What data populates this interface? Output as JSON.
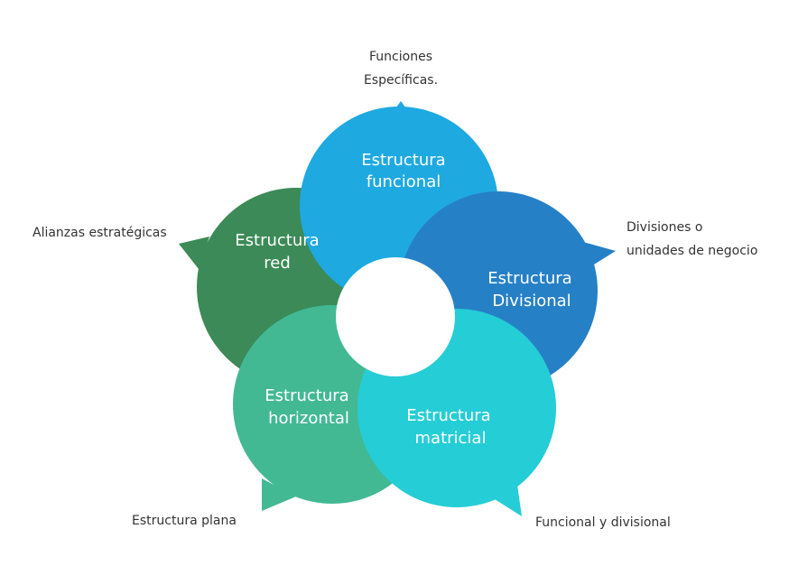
{
  "diagram": {
    "colors": {
      "funcional": "#1ea9e1",
      "divisional": "#2680c6",
      "matricial": "#25cdd6",
      "horizontal": "#42b993",
      "red": "#3c8a57",
      "center": "#ffffff"
    },
    "bubbles": {
      "funcional": {
        "line1": "Estructura",
        "line2": "funcional",
        "note": [
          "Funciones",
          "Específicas."
        ]
      },
      "divisional": {
        "line1": "Estructura",
        "line2": "Divisional",
        "note": [
          "Divisiones o",
          "unidades de negocio"
        ]
      },
      "matricial": {
        "line1": "Estructura",
        "line2": "matricial",
        "note": [
          "Funcional y divisional"
        ]
      },
      "horizontal": {
        "line1": "Estructura",
        "line2": "horizontal",
        "note": [
          "Estructura plana"
        ]
      },
      "red": {
        "line1": "Estructura",
        "line2": "red",
        "note": [
          "Alianzas estratégicas"
        ]
      }
    }
  }
}
